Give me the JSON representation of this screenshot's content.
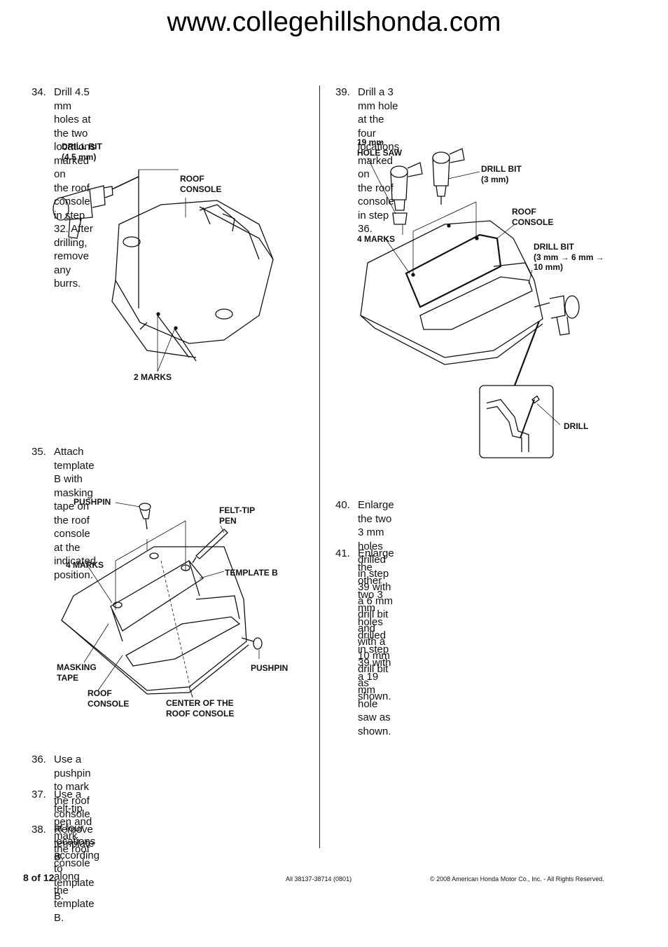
{
  "header": {
    "url": "www.collegehillshonda.com"
  },
  "left_column": {
    "steps": [
      {
        "num": "34.",
        "lines": [
          "Drill 4.5 mm holes at the two locations marked on",
          "the roof console in step 32. After drilling, remove",
          "any burrs."
        ]
      },
      {
        "num": "35.",
        "lines": [
          "Attach template B with masking tape on the roof",
          "console at the indicated position."
        ]
      },
      {
        "num": "36.",
        "lines": [
          "Use a pushpin to mark the roof console at four",
          "locations according to template B."
        ]
      },
      {
        "num": "37.",
        "lines": [
          "Use a felt-tip pen and mark the roof console along",
          "the template B."
        ]
      },
      {
        "num": "38.",
        "lines": [
          "Remove template B."
        ]
      }
    ],
    "figure1_labels": {
      "drill_bit": "DRILL BIT\n(4.5 mm)",
      "roof_console": "ROOF\nCONSOLE",
      "marks": "2 MARKS"
    },
    "figure2_labels": {
      "pushpin_top": "PUSHPIN",
      "felt_tip_pen": "FELT-TIP\nPEN",
      "marks": "4 MARKS",
      "template_b": "TEMPLATE B",
      "masking_tape": "MASKING\nTAPE",
      "pushpin_right": "PUSHPIN",
      "roof_console": "ROOF\nCONSOLE",
      "center": "CENTER OF THE\nROOF CONSOLE"
    }
  },
  "right_column": {
    "steps": [
      {
        "num": "39.",
        "lines": [
          "Drill a 3 mm hole at the four locations marked on",
          "the roof console in step 36."
        ]
      },
      {
        "num": "40.",
        "lines": [
          "Enlarge the two 3 mm holes drilled in step 39 with",
          "a 6 mm drill bit and with a 10 mm drill bit as",
          "shown."
        ]
      },
      {
        "num": "41.",
        "lines": [
          "Enlarge the other two 3 mm holes drilled in step",
          "39 with a 19 mm hole saw as shown."
        ]
      }
    ],
    "figure3_labels": {
      "hole_saw": "19 mm\nHOLE SAW",
      "drill_bit_3": "DRILL BIT\n(3 mm)",
      "roof_console": "ROOF\nCONSOLE",
      "marks": "4 MARKS",
      "drill_bit_multi": "DRILL BIT\n(3 mm → 6 mm →\n10 mm)",
      "drill": "DRILL"
    }
  },
  "footer": {
    "page": "8 of 12",
    "code": "All 38137-38714 (0801)",
    "copyright": "© 2008 American Honda Motor Co., Inc. - All Rights Reserved."
  }
}
